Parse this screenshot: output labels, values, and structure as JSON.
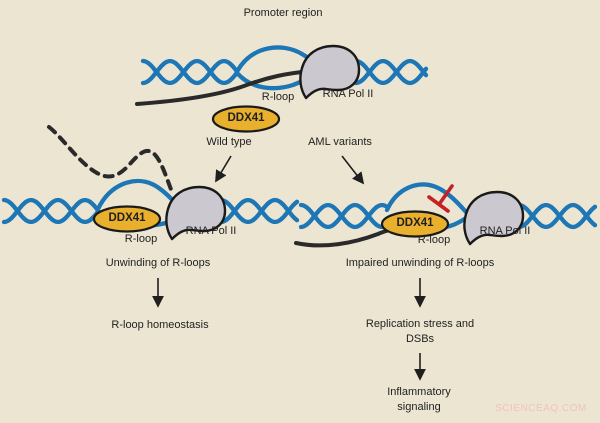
{
  "figure": {
    "description": "Schematic of DDX41-mediated R-loop unwinding at promoter regions: wild type versus AML variants"
  },
  "labels": {
    "promoter_region": "Promoter region",
    "r_loop": "R-loop",
    "rna_pol_ii": "RNA Pol II",
    "ddx41": "DDX41",
    "wild_type": "Wild type",
    "aml_variants": "AML variants",
    "unwinding": "Unwinding of R-loops",
    "r_loop_homeostasis": "R-loop homeostasis",
    "impaired_unwinding": "Impaired unwinding of R-loops",
    "replication_stress": "Replication stress and DSBs",
    "inflammatory_signaling": "Inflammatory signaling",
    "watermark": "SCIENCEAQ.COM"
  },
  "colors": {
    "background": "#ece5d2",
    "dna_blue": "#1d76b5",
    "rna_black": "#2a2a2a",
    "protein_gray": "#cbc8d0",
    "outline_black": "#1a1a1a",
    "ddx41_gold": "#e9b02e",
    "inhibit_red": "#c42127",
    "text": "#1f1f1f",
    "watermark_pink": "#f2c3bb"
  }
}
